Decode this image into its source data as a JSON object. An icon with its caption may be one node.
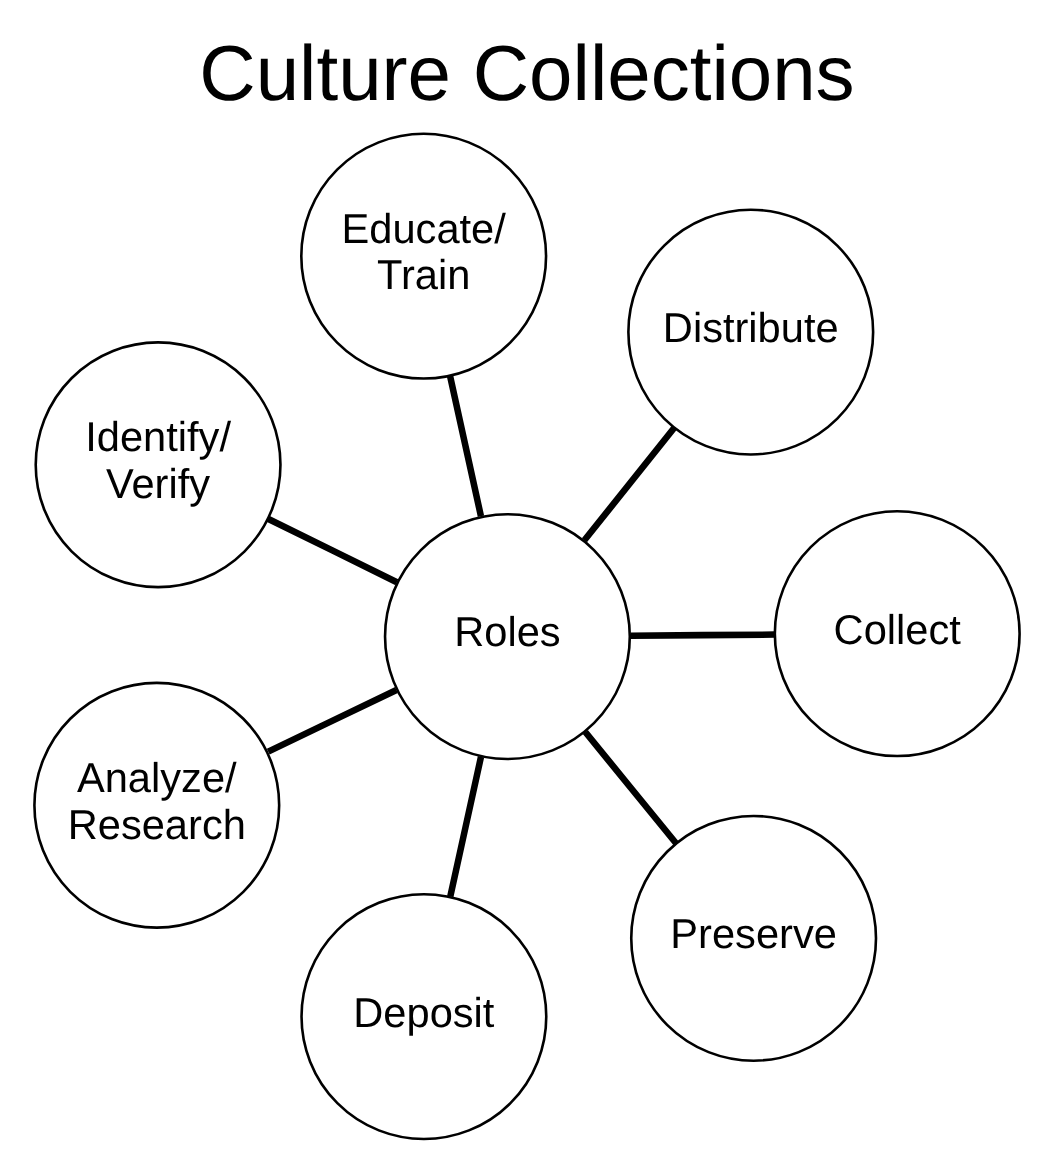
{
  "diagram": {
    "title": "Culture Collections",
    "nodes": [
      {
        "text": [
          "Roles"
        ]
      },
      {
        "text": [
          "Collect"
        ]
      },
      {
        "text": [
          "Deposit"
        ]
      },
      {
        "text": [
          "Identify/ Verify"
        ]
      },
      {
        "text": [
          "Distribute"
        ]
      },
      {
        "text": [
          "Educate/ Train"
        ]
      },
      {
        "text": [
          "Analyze/ Research"
        ]
      },
      {
        "text": [
          "Preserve"
        ]
      }
    ],
    "edges": [
      {
        "from": 0,
        "to": 1,
        "arrow": "none"
      },
      {
        "from": 0,
        "to": 2,
        "arrow": "none"
      },
      {
        "from": 0,
        "to": 3,
        "arrow": "none"
      },
      {
        "from": 0,
        "to": 4,
        "arrow": "none"
      },
      {
        "from": 0,
        "to": 5,
        "arrow": "none"
      },
      {
        "from": 0,
        "to": 6,
        "arrow": "none"
      },
      {
        "from": 0,
        "to": 7,
        "arrow": "none"
      }
    ]
  }
}
